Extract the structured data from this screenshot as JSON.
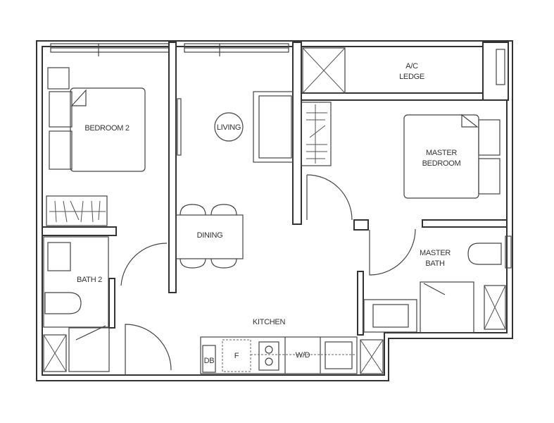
{
  "rooms": {
    "bedroom2": "BEDROOM 2",
    "living": "LIVING",
    "dining": "DINING",
    "ac_ledge_1": "A/C",
    "ac_ledge_2": "LEDGE",
    "master_bedroom_1": "MASTER",
    "master_bedroom_2": "BEDROOM",
    "master_bath_1": "MASTER",
    "master_bath_2": "BATH",
    "bath2": "BATH 2",
    "kitchen": "KITCHEN"
  },
  "fixtures": {
    "db": "DB",
    "fridge": "F",
    "washer_dryer": "W/D"
  },
  "colors": {
    "line": "#333333",
    "background": "#ffffff"
  }
}
